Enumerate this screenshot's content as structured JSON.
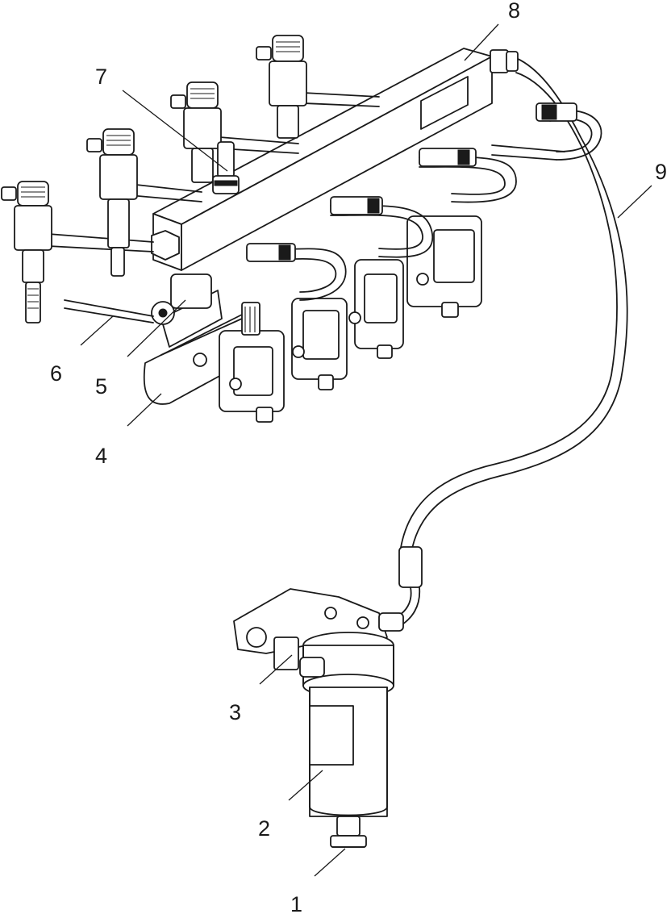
{
  "callouts": [
    {
      "id": "1",
      "label": "1"
    },
    {
      "id": "2",
      "label": "2"
    },
    {
      "id": "3",
      "label": "3"
    },
    {
      "id": "4",
      "label": "4"
    },
    {
      "id": "5",
      "label": "5"
    },
    {
      "id": "6",
      "label": "6"
    },
    {
      "id": "7",
      "label": "7"
    },
    {
      "id": "8",
      "label": "8"
    },
    {
      "id": "9",
      "label": "9"
    }
  ],
  "colors": {
    "line": "#1a1a1a",
    "background": "#ffffff",
    "shade": "#d8d8d8"
  }
}
